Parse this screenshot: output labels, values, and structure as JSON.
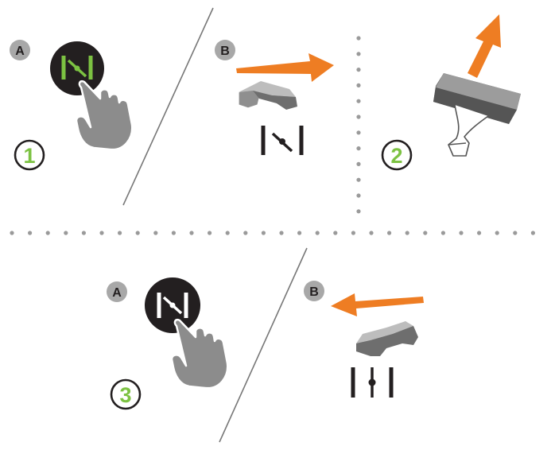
{
  "colors": {
    "step_green": "#7cc242",
    "arrow_orange": "#ee7d23",
    "badge_gray": "#a8a8a8",
    "dark_circle": "#231f20",
    "hand_gray": "#8c8c8c",
    "lever_gray": "#9a9a9a",
    "line_gray": "#777777",
    "dot_gray": "#9a9a9a"
  },
  "icons": {
    "unlocked_symbol": "unlocked-symbol-icon",
    "locked_symbol": "locked-symbol-icon",
    "hand": "pointing-hand-icon",
    "lever": "release-lever-icon",
    "lifted_part": "lifted-cover-icon",
    "arrow": "arrow-icon"
  },
  "steps": [
    {
      "number": "1",
      "badges": [
        "A",
        "B"
      ]
    },
    {
      "number": "2",
      "badges": []
    },
    {
      "number": "3",
      "badges": [
        "A",
        "B"
      ]
    }
  ]
}
